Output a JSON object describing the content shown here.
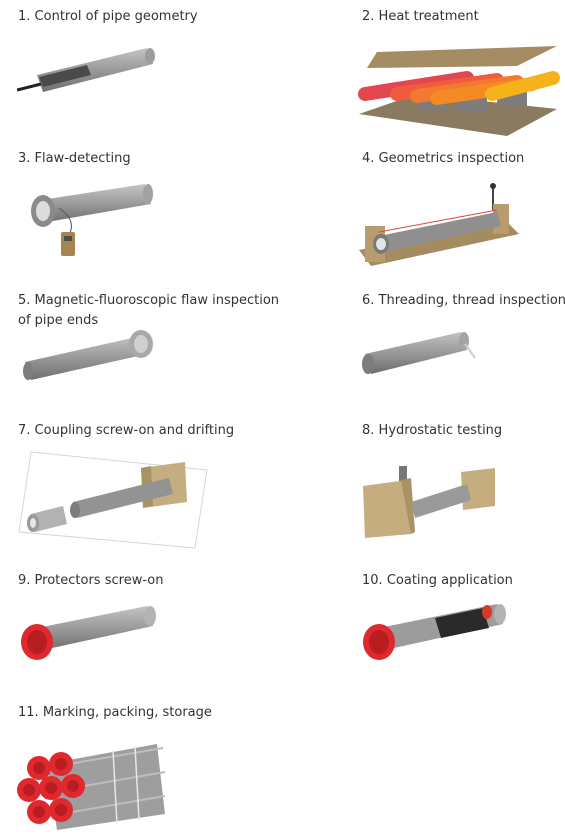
{
  "steps": [
    {
      "number": "1.",
      "label": "Control of pipe geometry"
    },
    {
      "number": "2.",
      "label": "Heat treatment"
    },
    {
      "number": "3.",
      "label": "Flaw-detecting"
    },
    {
      "number": "4.",
      "label": "Geometrics inspection"
    },
    {
      "number": "5.",
      "label": "Magnetic-fluoroscopic flaw inspection",
      "label_line2": "of pipe ends"
    },
    {
      "number": "6.",
      "label": "Threading, thread inspection"
    },
    {
      "number": "7.",
      "label": "Coupling screw-on and drifting"
    },
    {
      "number": "8.",
      "label": "Hydrostatic testing"
    },
    {
      "number": "9.",
      "label": "Protectors screw-on"
    },
    {
      "number": "10.",
      "label": "Coating application"
    },
    {
      "number": "11.",
      "label": "Marking, packing, storage"
    }
  ],
  "colors": {
    "pipe": "#8e8e8e",
    "pipe_light": "#b5b5b5",
    "wood": "#c9b083",
    "protector": "#e0292e",
    "heat": "#f39a1f"
  }
}
